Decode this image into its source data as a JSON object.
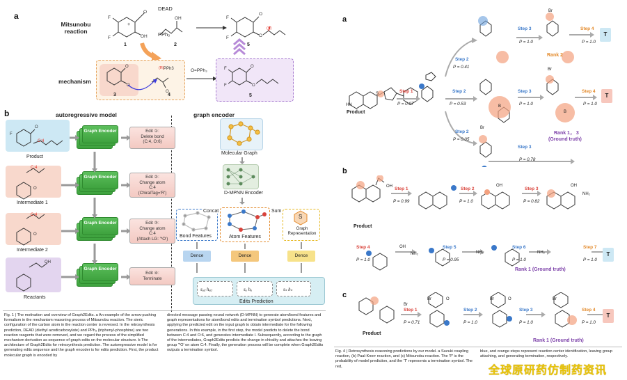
{
  "left_figure": {
    "panel_a_label": "a",
    "panel_b_label": "b",
    "mitsunobu_label": "Mitsunobu reaction",
    "mechanism_label": "mechanism",
    "reagent_top": "DEAD",
    "reagent_bottom": "PPh₃",
    "op_plus": "+",
    "byproduct": "O=PPh₃",
    "compound_numbers": [
      "1",
      "2",
      "5",
      "3",
      "4",
      "5"
    ],
    "stereo_r": "(R)",
    "stereo_s": "(S)",
    "ar_model_title": "autoregressive model",
    "graph_encoder_title": "graph encoder",
    "graph_encoder_block": "Graph Encoder",
    "left_rows": [
      {
        "label": "Product",
        "edit": [
          "Edit ①:",
          "Delete bond",
          "(C:4, O:6)"
        ]
      },
      {
        "label": "Intermediate 1",
        "edit": [
          "Edit ②:",
          "Change atom",
          "C:4",
          "(ChiralTag='R')"
        ]
      },
      {
        "label": "Intermediate 2",
        "edit": [
          "Edit ③:",
          "Change atom",
          "C:4",
          "(Attach LG: '*O')"
        ]
      },
      {
        "label": "Reactants",
        "edit": [
          "Edit ④:",
          "Terminate"
        ]
      }
    ],
    "encoder": {
      "molecular_graph": "Molecular Graph",
      "dmpnn": "D-MPNN Encoder",
      "bond_features": "Bond Features",
      "atom_features": "Atom Features",
      "graph_repr": "Graph Representation",
      "graph_repr_symbol": "S",
      "concat": "Concat",
      "sum": "Sum",
      "dence": "Dence",
      "edits_prediction": "Edits Prediction",
      "formula_1": "sₐᵢⱼ  hₐᵢⱼ",
      "formula_2": "sₐ  hₐ",
      "formula_3": "sₛ  hₛ"
    },
    "caption_col1": "Fig. 1 | The motivation and overview of Graph2Edits. a An example of the arrow-pushing formalism in the mechanism reasoning process of Mitsunobu reaction. The steric configuration of the carbon atom in the reaction center is reversed. In the retrosynthesis prediction, DEAD (diethyl azodicarboxylate) and PPh₃ (triphenyl-phosphine) are two reaction reagents that were removed, and we regard the process of the simplified mechanism derivation as sequence of graph edits on the molecular structure. b The architecture of Graph2Edits for retrosynthesis prediction. The autoregressive model is for generating edits sequence and the graph encoder is for edits prediction. First, the product molecular graph is encoded by",
    "caption_col2": "directed message passing neural network (D-MPNN) to generate atom/bond features and graph representations for atom/bond edits and termination symbol predictions. Next, applying the predicted edit on the input graph to obtain intermediate for the following generations. In this example, in the first step, the model predicts to delete the bond between C:4 and O:6, and generates intermediate I. Subsequently, according to the graph of the intermediates, Graph2Edits predicts the change in chirality and attaches the leaving group '*O' on atom C:4. Finally, the generation process will be complete when Graph2Edits outputs a termination symbol."
  },
  "right_figure": {
    "panel_a_label": "a",
    "panel_b_label": "b",
    "panel_c_label": "c",
    "product_label": "Product",
    "terminal": "T",
    "panel_a": {
      "steps": [
        {
          "step": "Step 1",
          "p": "P = 0.97"
        },
        {
          "step": "Step 2",
          "p": "P = 0.41"
        },
        {
          "step": "Step 2",
          "p": "P = 0.53"
        },
        {
          "step": "Step 2",
          "p": "P = 0.05"
        },
        {
          "step": "Step 3",
          "p": "P = 1.0"
        },
        {
          "step": "Step 4",
          "p": "P = 1.0"
        },
        {
          "step": "Step 3",
          "p": "P = 1.0"
        },
        {
          "step": "Step 4",
          "p": "P = 1.0"
        },
        {
          "step": "Step 3",
          "p": "P = 0.78"
        }
      ],
      "rank_2": "Rank 2",
      "rank_13": "Rank 1， 3",
      "ground_truth": "(Ground truth)"
    },
    "panel_b": {
      "steps": [
        {
          "step": "Step 1",
          "p": "P = 0.99"
        },
        {
          "step": "Step 2",
          "p": "P = 1.0"
        },
        {
          "step": "Step 3",
          "p": "P = 0.82"
        },
        {
          "step": "Step 4",
          "p": "P = 1.0"
        },
        {
          "step": "Step 5",
          "p": "P = 0.95"
        },
        {
          "step": "Step 6",
          "p": "P = 1.0"
        },
        {
          "step": "Step 7",
          "p": "P = 1.0"
        }
      ],
      "rank": "Rank 1 (Ground truth)",
      "oh": "OH",
      "nh2": "NH₂"
    },
    "panel_c": {
      "steps": [
        {
          "step": "Step 1",
          "p": "P = 0.71"
        },
        {
          "step": "Step 2",
          "p": "P = 1.0"
        },
        {
          "step": "Step 3",
          "p": "P = 1.0"
        },
        {
          "step": "Step 4",
          "p": "P = 1.0"
        }
      ],
      "rank": "Rank 1 (Ground truth)"
    },
    "atom_labels": {
      "br": "Br",
      "o": "O",
      "b": "B",
      "n": "N",
      "s": "S",
      "hn": "HN"
    },
    "caption_col1": "Fig. 4 | Retrosynthesis reasoning predictions by our model. a Suzuki coupling reaction, (b) Paal-Knorr reaction, and (c) Mitsunobu reaction. The 'P' is the probability of model prediction, and the 'T' represents a termination symbol. The red,",
    "caption_col2": "blue, and orange steps represent reaction center identification, leaving group attaching, and generating termination, respectively.",
    "watermark": "全球原研药仿制药资讯"
  },
  "colors": {
    "step_red": "#d9423a",
    "step_blue": "#3a78c9",
    "step_orange": "#e38a2b",
    "rank_purple": "#7b3fa8",
    "encoder_green": "#3ea23e",
    "terminal_blue": "#cde8f4",
    "terminal_red": "#f7c7bd"
  }
}
